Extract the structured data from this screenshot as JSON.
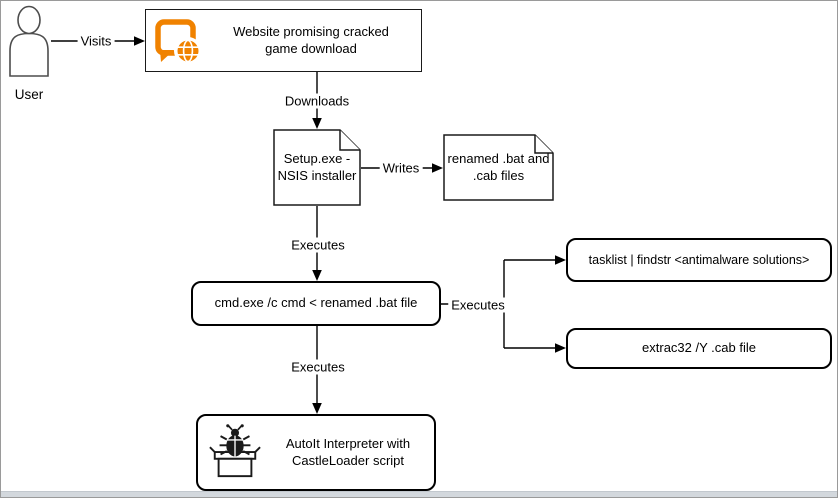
{
  "diagram": {
    "nodes": {
      "user": {
        "label": "User"
      },
      "website": {
        "label": "Website promising cracked\ngame download",
        "icon": "browser-globe-icon"
      },
      "setup": {
        "label": "Setup.exe -\nNSIS installer"
      },
      "renamed": {
        "label": "renamed .bat and\n.cab files"
      },
      "cmd": {
        "label": "cmd.exe /c cmd < renamed .bat file"
      },
      "tasklist": {
        "label": "tasklist | findstr <antimalware solutions>"
      },
      "extrac": {
        "label": "extrac32 /Y .cab file"
      },
      "autoit": {
        "label": "AutoIt Interpreter with\nCastleLoader script",
        "icon": "bug-in-box-icon"
      }
    },
    "edges": {
      "visits": {
        "label": "Visits"
      },
      "downloads": {
        "label": "Downloads"
      },
      "writes": {
        "label": "Writes"
      },
      "executes_cmd": {
        "label": "Executes"
      },
      "executes_branch": {
        "label": "Executes"
      },
      "executes_autoit": {
        "label": "Executes"
      }
    },
    "colors": {
      "accent_orange": "#F08200",
      "line": "#000000",
      "node_border": "#000000",
      "bottom_bar": "#d3d8dd"
    }
  }
}
